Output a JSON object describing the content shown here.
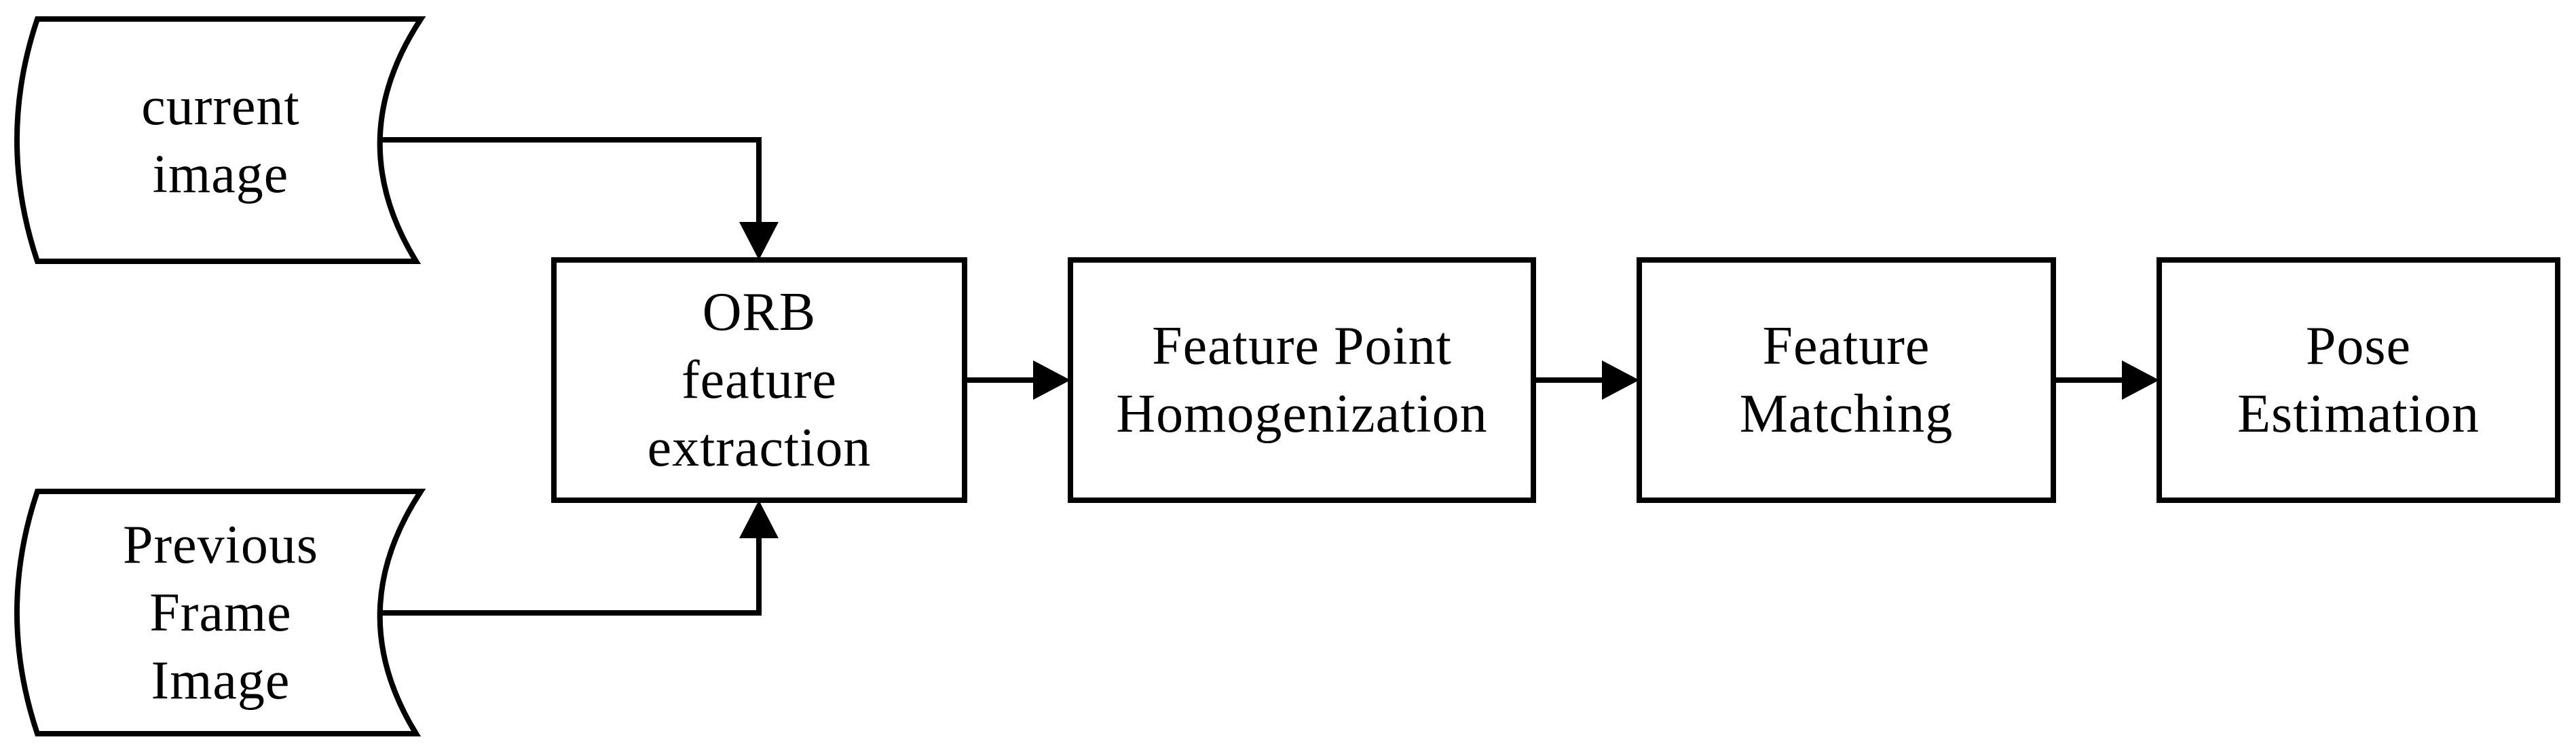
{
  "diagram": {
    "type": "flowchart",
    "background_color": "#ffffff",
    "stroke_color": "#000000",
    "text_color": "#000000",
    "nodes": [
      {
        "id": "current-image",
        "shape": "stored-data",
        "label": "current\nimage"
      },
      {
        "id": "previous-frame-image",
        "shape": "stored-data",
        "label": "Previous\nFrame\nImage"
      },
      {
        "id": "orb-feature-extraction",
        "shape": "process",
        "label": "ORB\nfeature\nextraction"
      },
      {
        "id": "feature-point-homogenization",
        "shape": "process",
        "label": "Feature Point\nHomogenization"
      },
      {
        "id": "feature-matching",
        "shape": "process",
        "label": "Feature\nMatching"
      },
      {
        "id": "pose-estimation",
        "shape": "process",
        "label": "Pose\nEstimation"
      }
    ],
    "edges": [
      {
        "from": "current-image",
        "to": "orb-feature-extraction",
        "style": "elbow-right-then-down"
      },
      {
        "from": "previous-frame-image",
        "to": "orb-feature-extraction",
        "style": "elbow-right-then-up"
      },
      {
        "from": "orb-feature-extraction",
        "to": "feature-point-homogenization",
        "style": "straight-right"
      },
      {
        "from": "feature-point-homogenization",
        "to": "feature-matching",
        "style": "straight-right"
      },
      {
        "from": "feature-matching",
        "to": "pose-estimation",
        "style": "straight-right"
      }
    ]
  }
}
